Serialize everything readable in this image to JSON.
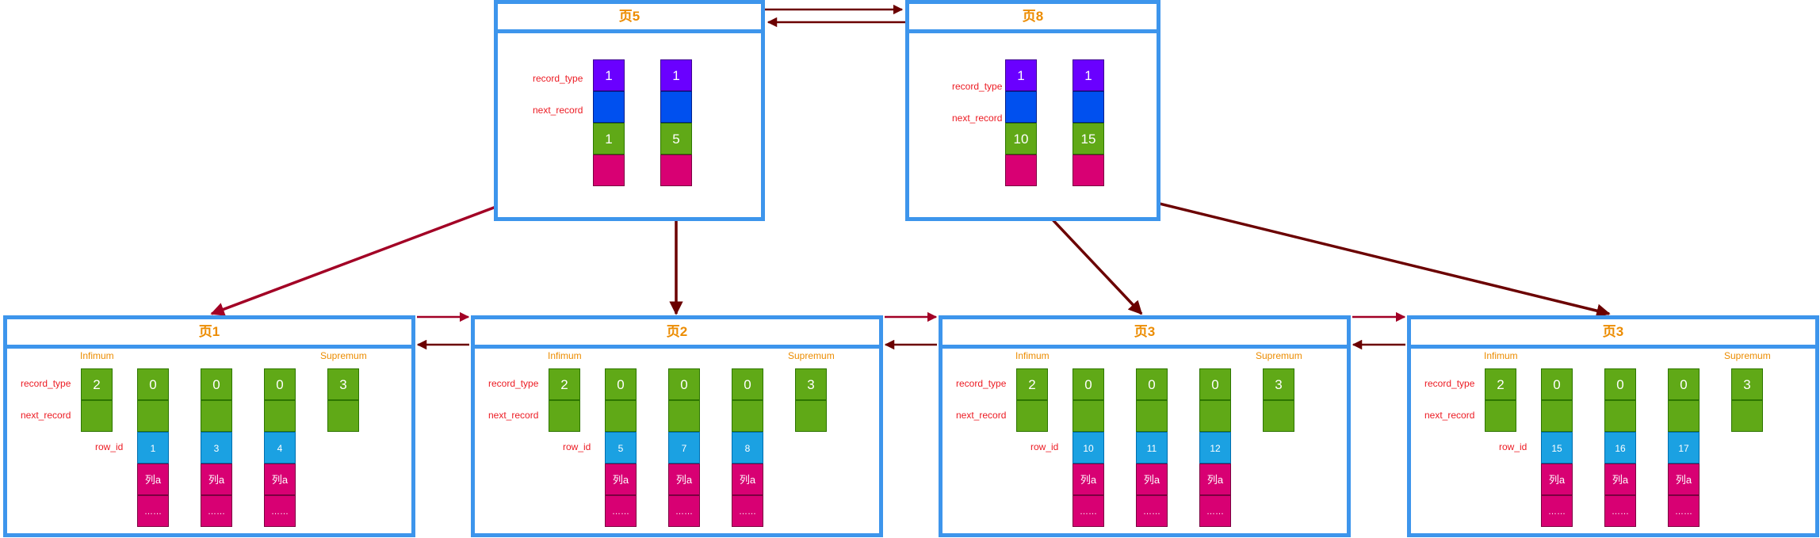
{
  "colors": {
    "page_border": "#3d95ec",
    "page_title": "#ec8c00",
    "record_type_cell": "#6a00ff",
    "next_record_cell": "#0050ef",
    "key_cell": "#60a917",
    "extra_cell": "#d80073",
    "row_id_cell": "#1ba1e2",
    "arrow_dark": "#6b0000",
    "arrow_crimson": "#a20025",
    "arrow_pointer": "#7570ff",
    "label_red": "#ec1b23"
  },
  "internal_pages": [
    {
      "title": "页5",
      "label_record_type": "record_type",
      "label_next_record": "next_record",
      "records": [
        {
          "record_type": "1",
          "key": "1"
        },
        {
          "record_type": "1",
          "key": "5"
        }
      ]
    },
    {
      "title": "页8",
      "label_record_type": "record_type",
      "label_next_record": "next_record",
      "records": [
        {
          "record_type": "1",
          "key": "10"
        },
        {
          "record_type": "1",
          "key": "15"
        }
      ]
    }
  ],
  "leaf_pages": [
    {
      "title": "页1",
      "infimum": "Infimum",
      "supremum": "Supremum",
      "label_record_type": "record_type",
      "label_next_record": "next_record",
      "label_row_id": "row_id",
      "infimum_type": "2",
      "supremum_type": "3",
      "records": [
        {
          "record_type": "0",
          "row_id": "1",
          "col": "列a",
          "more": "……"
        },
        {
          "record_type": "0",
          "row_id": "3",
          "col": "列a",
          "more": "……"
        },
        {
          "record_type": "0",
          "row_id": "4",
          "col": "列a",
          "more": "……"
        }
      ]
    },
    {
      "title": "页2",
      "infimum": "Infimum",
      "supremum": "Supremum",
      "label_record_type": "record_type",
      "label_next_record": "next_record",
      "label_row_id": "row_id",
      "infimum_type": "2",
      "supremum_type": "3",
      "records": [
        {
          "record_type": "0",
          "row_id": "5",
          "col": "列a",
          "more": "……"
        },
        {
          "record_type": "0",
          "row_id": "7",
          "col": "列a",
          "more": "……"
        },
        {
          "record_type": "0",
          "row_id": "8",
          "col": "列a",
          "more": "……"
        }
      ]
    },
    {
      "title": "页3",
      "infimum": "Infimum",
      "supremum": "Supremum",
      "label_record_type": "record_type",
      "label_next_record": "next_record",
      "label_row_id": "row_id",
      "infimum_type": "2",
      "supremum_type": "3",
      "records": [
        {
          "record_type": "0",
          "row_id": "10",
          "col": "列a",
          "more": "……"
        },
        {
          "record_type": "0",
          "row_id": "11",
          "col": "列a",
          "more": "……"
        },
        {
          "record_type": "0",
          "row_id": "12",
          "col": "列a",
          "more": "……"
        }
      ]
    },
    {
      "title": "页3",
      "infimum": "Infimum",
      "supremum": "Supremum",
      "label_record_type": "record_type",
      "label_next_record": "next_record",
      "label_row_id": "row_id",
      "infimum_type": "2",
      "supremum_type": "3",
      "records": [
        {
          "record_type": "0",
          "row_id": "15",
          "col": "列a",
          "more": "……"
        },
        {
          "record_type": "0",
          "row_id": "16",
          "col": "列a",
          "more": "……"
        },
        {
          "record_type": "0",
          "row_id": "17",
          "col": "列a",
          "more": "……"
        }
      ]
    }
  ]
}
